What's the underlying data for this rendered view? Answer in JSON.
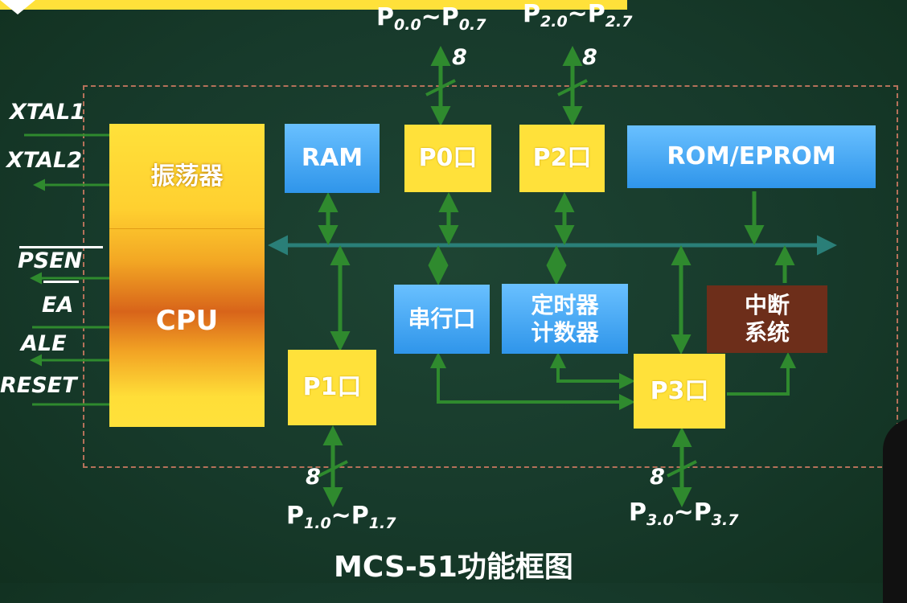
{
  "blocks": {
    "oscillator": "振荡器",
    "cpu": "CPU",
    "ram": "RAM",
    "p0": "P0口",
    "p2": "P2口",
    "rom": "ROM/EPROM",
    "serial": "串行口",
    "timer_line1": "定时器",
    "timer_line2": "计数器",
    "interrupt_line1": "中断",
    "interrupt_line2": "系统",
    "p1": "P1口",
    "p3": "P3口"
  },
  "pins": {
    "xtal1": "XTAL1",
    "xtal2": "XTAL2",
    "psen": "PSEN",
    "ea": "EA",
    "ale": "ALE",
    "reset": "RESET"
  },
  "ports": {
    "p0_start": "P",
    "p0_start_sub": "0.0",
    "p0_end": "~P",
    "p0_end_sub": "0.7",
    "p2_start": "P",
    "p2_start_sub": "2.0",
    "p2_end": "~P",
    "p2_end_sub": "2.7",
    "p1_start": "P",
    "p1_start_sub": "1.0",
    "p1_end": "~P",
    "p1_end_sub": "1.7",
    "p3_start": "P",
    "p3_start_sub": "3.0",
    "p3_end": "~P",
    "p3_end_sub": "3.7",
    "bus_width": "8"
  },
  "caption": "MCS-51功能框图",
  "colors": {
    "background": "#173a2b",
    "wire": "#2f8a2e",
    "bus": "#2a7f78",
    "yellow_block": "#ffe13a",
    "blue_block": "#3a9cef",
    "brown_block": "#6d2e1a",
    "dashed_border": "#b5715a"
  }
}
